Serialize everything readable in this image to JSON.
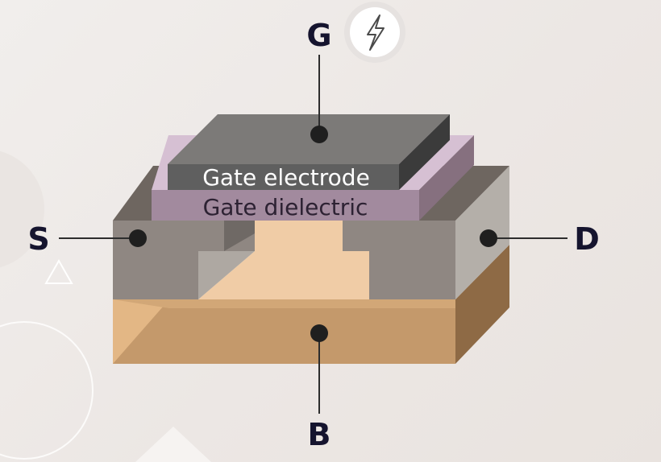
{
  "diagram": {
    "terminals": {
      "gate": "G",
      "source": "S",
      "drain": "D",
      "body": "B"
    },
    "layers": {
      "gate_electrode": "Gate electrode",
      "gate_dielectric": "Gate dielectric"
    },
    "icons": {
      "gate_badge": "lightning-bolt-icon"
    },
    "colors": {
      "terminal_text": "#15142e",
      "gate_electrode": "#6d6d6d",
      "gate_dielectric": "#a88ea8",
      "substrate": "#c79b6c",
      "channel": "#efcba5",
      "source_drain": "#8f8782"
    }
  }
}
